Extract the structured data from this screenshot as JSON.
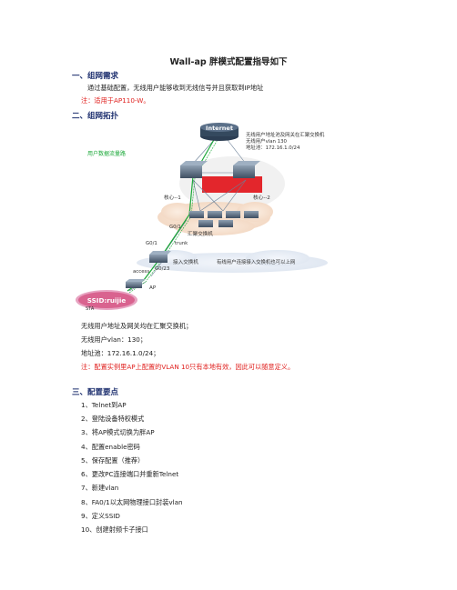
{
  "doc": {
    "title": "Wall-ap 胖模式配置指导如下",
    "sections": [
      {
        "heading": "一、组网需求"
      },
      {
        "heading": "二、组网拓扑"
      },
      {
        "heading": "三、配置要点"
      }
    ],
    "requirement_text": "通过基础配置，无线用户能够收到无线信号并且获取到IP地址",
    "requirement_note": "注：适用于AP110-W。",
    "topology_info": [
      "无线用户地址及网关均在汇聚交换机；",
      "无线用户vlan：130；",
      "地址池：172.16.1.0/24；"
    ],
    "topology_note": "注：配置实例里AP上配置的VLAN 10只有本地有效，因此可以随意定义。",
    "steps": [
      "1、Telnet到AP",
      "2、登陆设备特权模式",
      "3、将AP模式切换为胖AP",
      "4、配置enable密码",
      "5、保存配置（推荐）",
      "6、更改PC连接端口并重新Telnet",
      "7、新建vlan",
      "8、FA0/1以太网物理接口封装vlan",
      "9、定义SSID",
      "10、创建射频卡子接口"
    ]
  },
  "diagram": {
    "internet_label": "Internet",
    "callout": [
      "无线用户地址池及网关在汇聚交换机",
      "无线用户vlan 130",
      "地址池：172.16.1.0/24"
    ],
    "data_flow_label": "用户数据流量路",
    "core1_label": "核心--1",
    "core2_label": "核心--2",
    "g01_top_label": "G0/1",
    "aggregation_label": "汇聚交换机",
    "g01_label": "G0/1",
    "trunk_label": "trunk",
    "access_switch_label": "接入交换机",
    "access_note": "有线用户连接接入交换机也可以上网",
    "g023_label": "G0/23",
    "access_label": "access",
    "ap_label": "AP",
    "ssid_label": "SSID:ruijie",
    "sta_label": "STA",
    "colors": {
      "heading": "#1c2e6e",
      "note_red": "#e0201e",
      "flow_green": "#1aa838",
      "ssid_pink": "#e7a3c1"
    }
  }
}
